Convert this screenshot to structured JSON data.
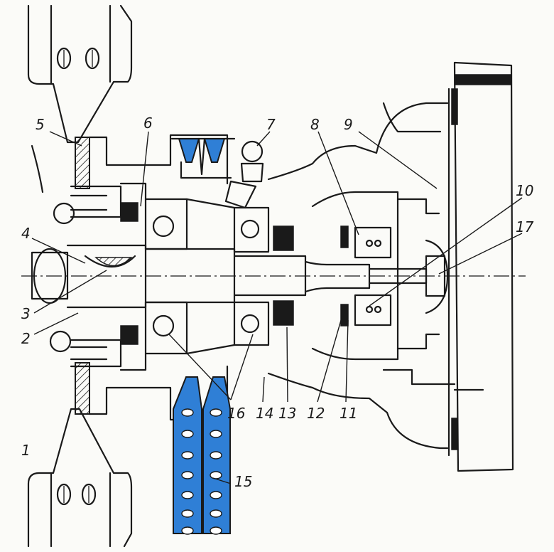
{
  "accent_color": "#2f7fd6",
  "callouts": [
    {
      "id": "1",
      "label": "1"
    },
    {
      "id": "2",
      "label": "2"
    },
    {
      "id": "3",
      "label": "3"
    },
    {
      "id": "4",
      "label": "4"
    },
    {
      "id": "5",
      "label": "5"
    },
    {
      "id": "6",
      "label": "6"
    },
    {
      "id": "7",
      "label": "7"
    },
    {
      "id": "8",
      "label": "8"
    },
    {
      "id": "9",
      "label": "9"
    },
    {
      "id": "10",
      "label": "10"
    },
    {
      "id": "11",
      "label": "11"
    },
    {
      "id": "12",
      "label": "12"
    },
    {
      "id": "13",
      "label": "13"
    },
    {
      "id": "14",
      "label": "14"
    },
    {
      "id": "15",
      "label": "15"
    },
    {
      "id": "16",
      "label": "16"
    },
    {
      "id": "17",
      "label": "17"
    }
  ]
}
